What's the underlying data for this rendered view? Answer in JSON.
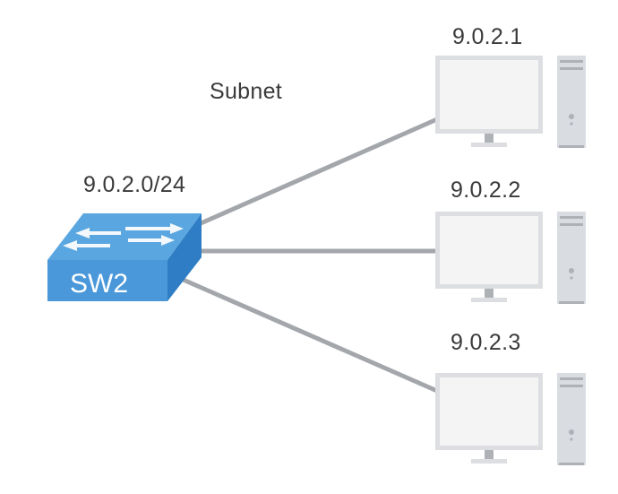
{
  "diagram": {
    "subnet_label": "Subnet",
    "subnet_address": "9.0.2.0/24",
    "switch": {
      "name": "SW2",
      "icon": "network-switch-icon"
    },
    "hosts": [
      {
        "ip": "9.0.2.1",
        "icon": "desktop-computer-icon"
      },
      {
        "ip": "9.0.2.2",
        "icon": "desktop-computer-icon"
      },
      {
        "ip": "9.0.2.3",
        "icon": "desktop-computer-icon"
      }
    ],
    "colors": {
      "switch_top": "#5aa6e0",
      "switch_front": "#4a98da",
      "switch_side": "#2f7dc4",
      "link": "#a3a6ab",
      "monitor_frame": "#dcdee1",
      "monitor_screen": "#f4f4f5",
      "tower": "#d9dde2",
      "text": "#3a3a3a"
    }
  }
}
